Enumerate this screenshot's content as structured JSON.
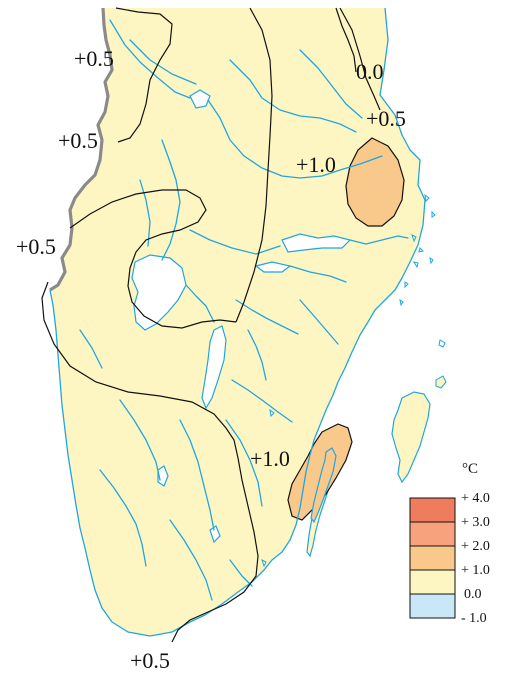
{
  "unit": "°C",
  "colors": {
    "land": "#fdf6c3",
    "sea": "#ffffff",
    "water": "#1fa6e0",
    "border": "#8a8a8a",
    "warm_patch": "#f9c98c",
    "contour": "#111111"
  },
  "contour_labels": [
    {
      "id": "contour-label-nw-upper",
      "text": "+0.5"
    },
    {
      "id": "contour-label-ne-zero",
      "text": "0.0"
    },
    {
      "id": "contour-label-ne-half",
      "text": "+0.5"
    },
    {
      "id": "contour-label-nw-middle",
      "text": "+0.5"
    },
    {
      "id": "contour-label-east-one",
      "text": "+1.0"
    },
    {
      "id": "contour-label-west",
      "text": "+0.5"
    },
    {
      "id": "contour-label-southeast-one",
      "text": "+1.0"
    },
    {
      "id": "contour-label-south",
      "text": "+0.5"
    }
  ],
  "legend": {
    "unit_label": "°C",
    "ticks": [
      "+ 4.0",
      "+ 3.0",
      "+ 2.0",
      "+ 1.0",
      "0.0",
      "- 1.0"
    ],
    "bins": [
      {
        "range": "+3.0 to +4.0",
        "color": "#f07c5e"
      },
      {
        "range": "+2.0 to +3.0",
        "color": "#f7a27c"
      },
      {
        "range": "+1.0 to +2.0",
        "color": "#f9c98c"
      },
      {
        "range": "0.0 to +1.0",
        "color": "#fdf6c3"
      },
      {
        "range": "-1.0 to 0.0",
        "color": "#c8e8f8"
      }
    ]
  }
}
